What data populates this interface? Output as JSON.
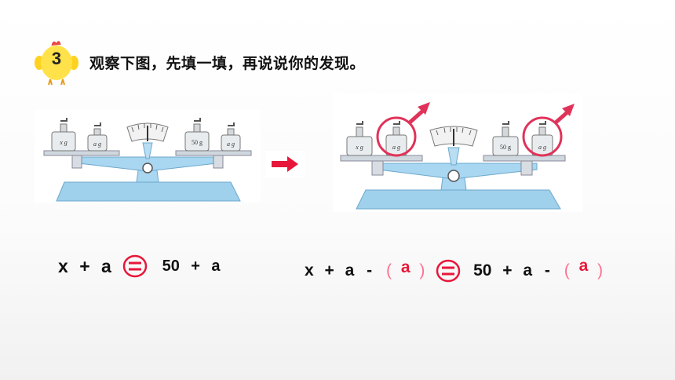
{
  "badge": {
    "number": "3"
  },
  "title": "观察下图，先填一填，再说说你的发现。",
  "scale_left": {
    "left_weights": [
      "x g",
      "a g"
    ],
    "right_weights": [
      "50 g",
      "a g"
    ]
  },
  "scale_right": {
    "left_weights": [
      "x g",
      "a g"
    ],
    "right_weights": [
      "50 g",
      "a g"
    ]
  },
  "equation_left": {
    "lhs_x": "x",
    "op1": "+",
    "lhs_a": "a",
    "rhs_50": "50",
    "op2": "+",
    "rhs_a": "a"
  },
  "equation_right": {
    "lhs_x": "x",
    "op1": "+",
    "lhs_a": "a",
    "minus1": "-",
    "open1": "(",
    "fill1": "a",
    "close1": ")",
    "rhs_50": "50",
    "op2": "+",
    "rhs_a": "a",
    "minus2": "-",
    "open2": "(",
    "fill2": "a",
    "close2": ")"
  },
  "colors": {
    "accent": "#e8173a",
    "highlight": "#e0335a",
    "scale_blue": "#9fd0ec",
    "chick_yellow": "#ffe24a"
  }
}
